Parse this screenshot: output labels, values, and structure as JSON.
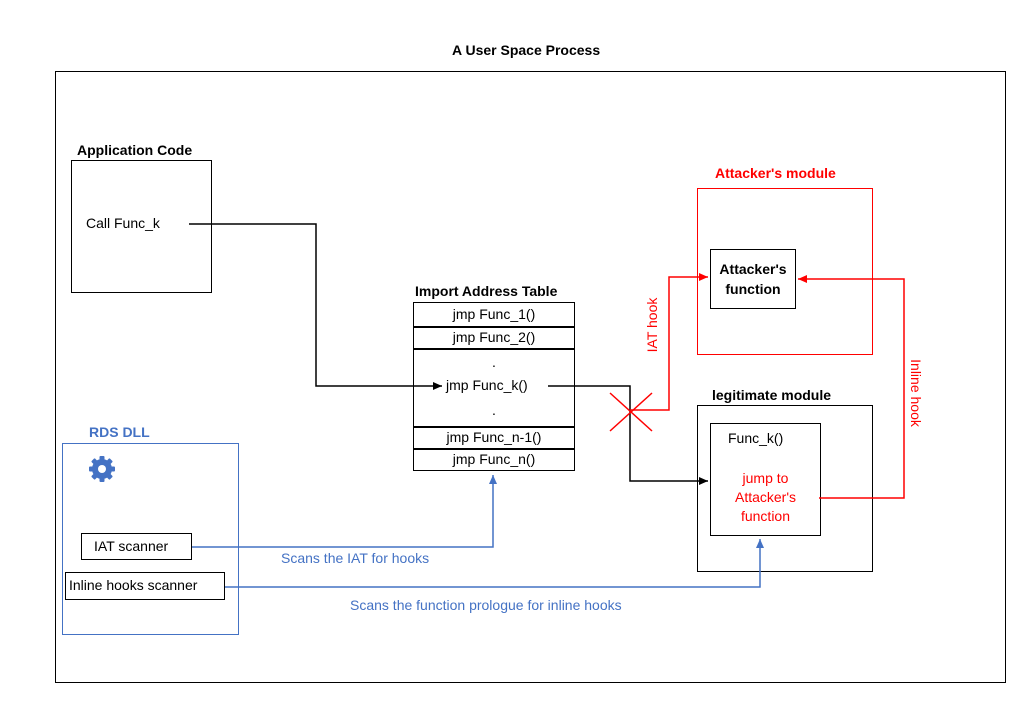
{
  "title": "A User Space Process",
  "app_code": {
    "heading": "Application Code",
    "call_text": "Call Func_k"
  },
  "iat": {
    "heading": "Import Address Table",
    "rows": [
      "jmp Func_1()",
      "jmp Func_2()",
      ".",
      "jmp Func_k()",
      ".",
      "jmp Func_n-1()",
      "jmp Func_n()"
    ]
  },
  "attacker_module": {
    "heading": "Attacker's module",
    "function_label": "Attacker's function"
  },
  "legit_module": {
    "heading": "legitimate module",
    "func_name": "Func_k()",
    "jump_text": "jump to Attacker's function"
  },
  "rds_dll": {
    "heading": "RDS DLL",
    "icon": "gear-icon",
    "iat_scanner": "IAT scanner",
    "inline_scanner": "Inline hooks scanner"
  },
  "annotations": {
    "iat_hook": "IAT hook",
    "inline_hook": "Inline hook",
    "scan_iat": "Scans the IAT for hooks",
    "scan_prologue": "Scans the function prologue for inline hooks"
  },
  "colors": {
    "red": "#ff0000",
    "blue": "#4472c4",
    "black": "#000000"
  }
}
